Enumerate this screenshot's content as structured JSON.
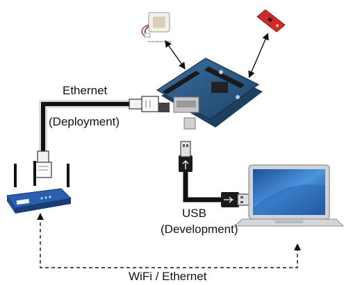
{
  "labels": {
    "ethernet": "Ethernet",
    "deployment": "(Deployment)",
    "usb": "USB",
    "development": "(Development)",
    "wifi_ethernet": "WiFi / Ethernet",
    "sensor_caption": "temperature sensor"
  },
  "colors": {
    "cable": "#111111",
    "cable_sheath": "#dddddd",
    "board_blue": "#2c5a86",
    "router_blue": "#2a5fb0",
    "laptop_screen": "#3c7fc8",
    "laptop_body": "#c9ccd1",
    "sensor_red": "#cf2a2a",
    "usb_plug": "#d9d9d9",
    "arrow": "#111111"
  },
  "icons": [
    "ethernet-cable-icon",
    "usb-cable-icon",
    "router-icon",
    "laptop-icon",
    "arduino-board-icon",
    "temperature-sensor-icon",
    "sensor-board-icon"
  ]
}
